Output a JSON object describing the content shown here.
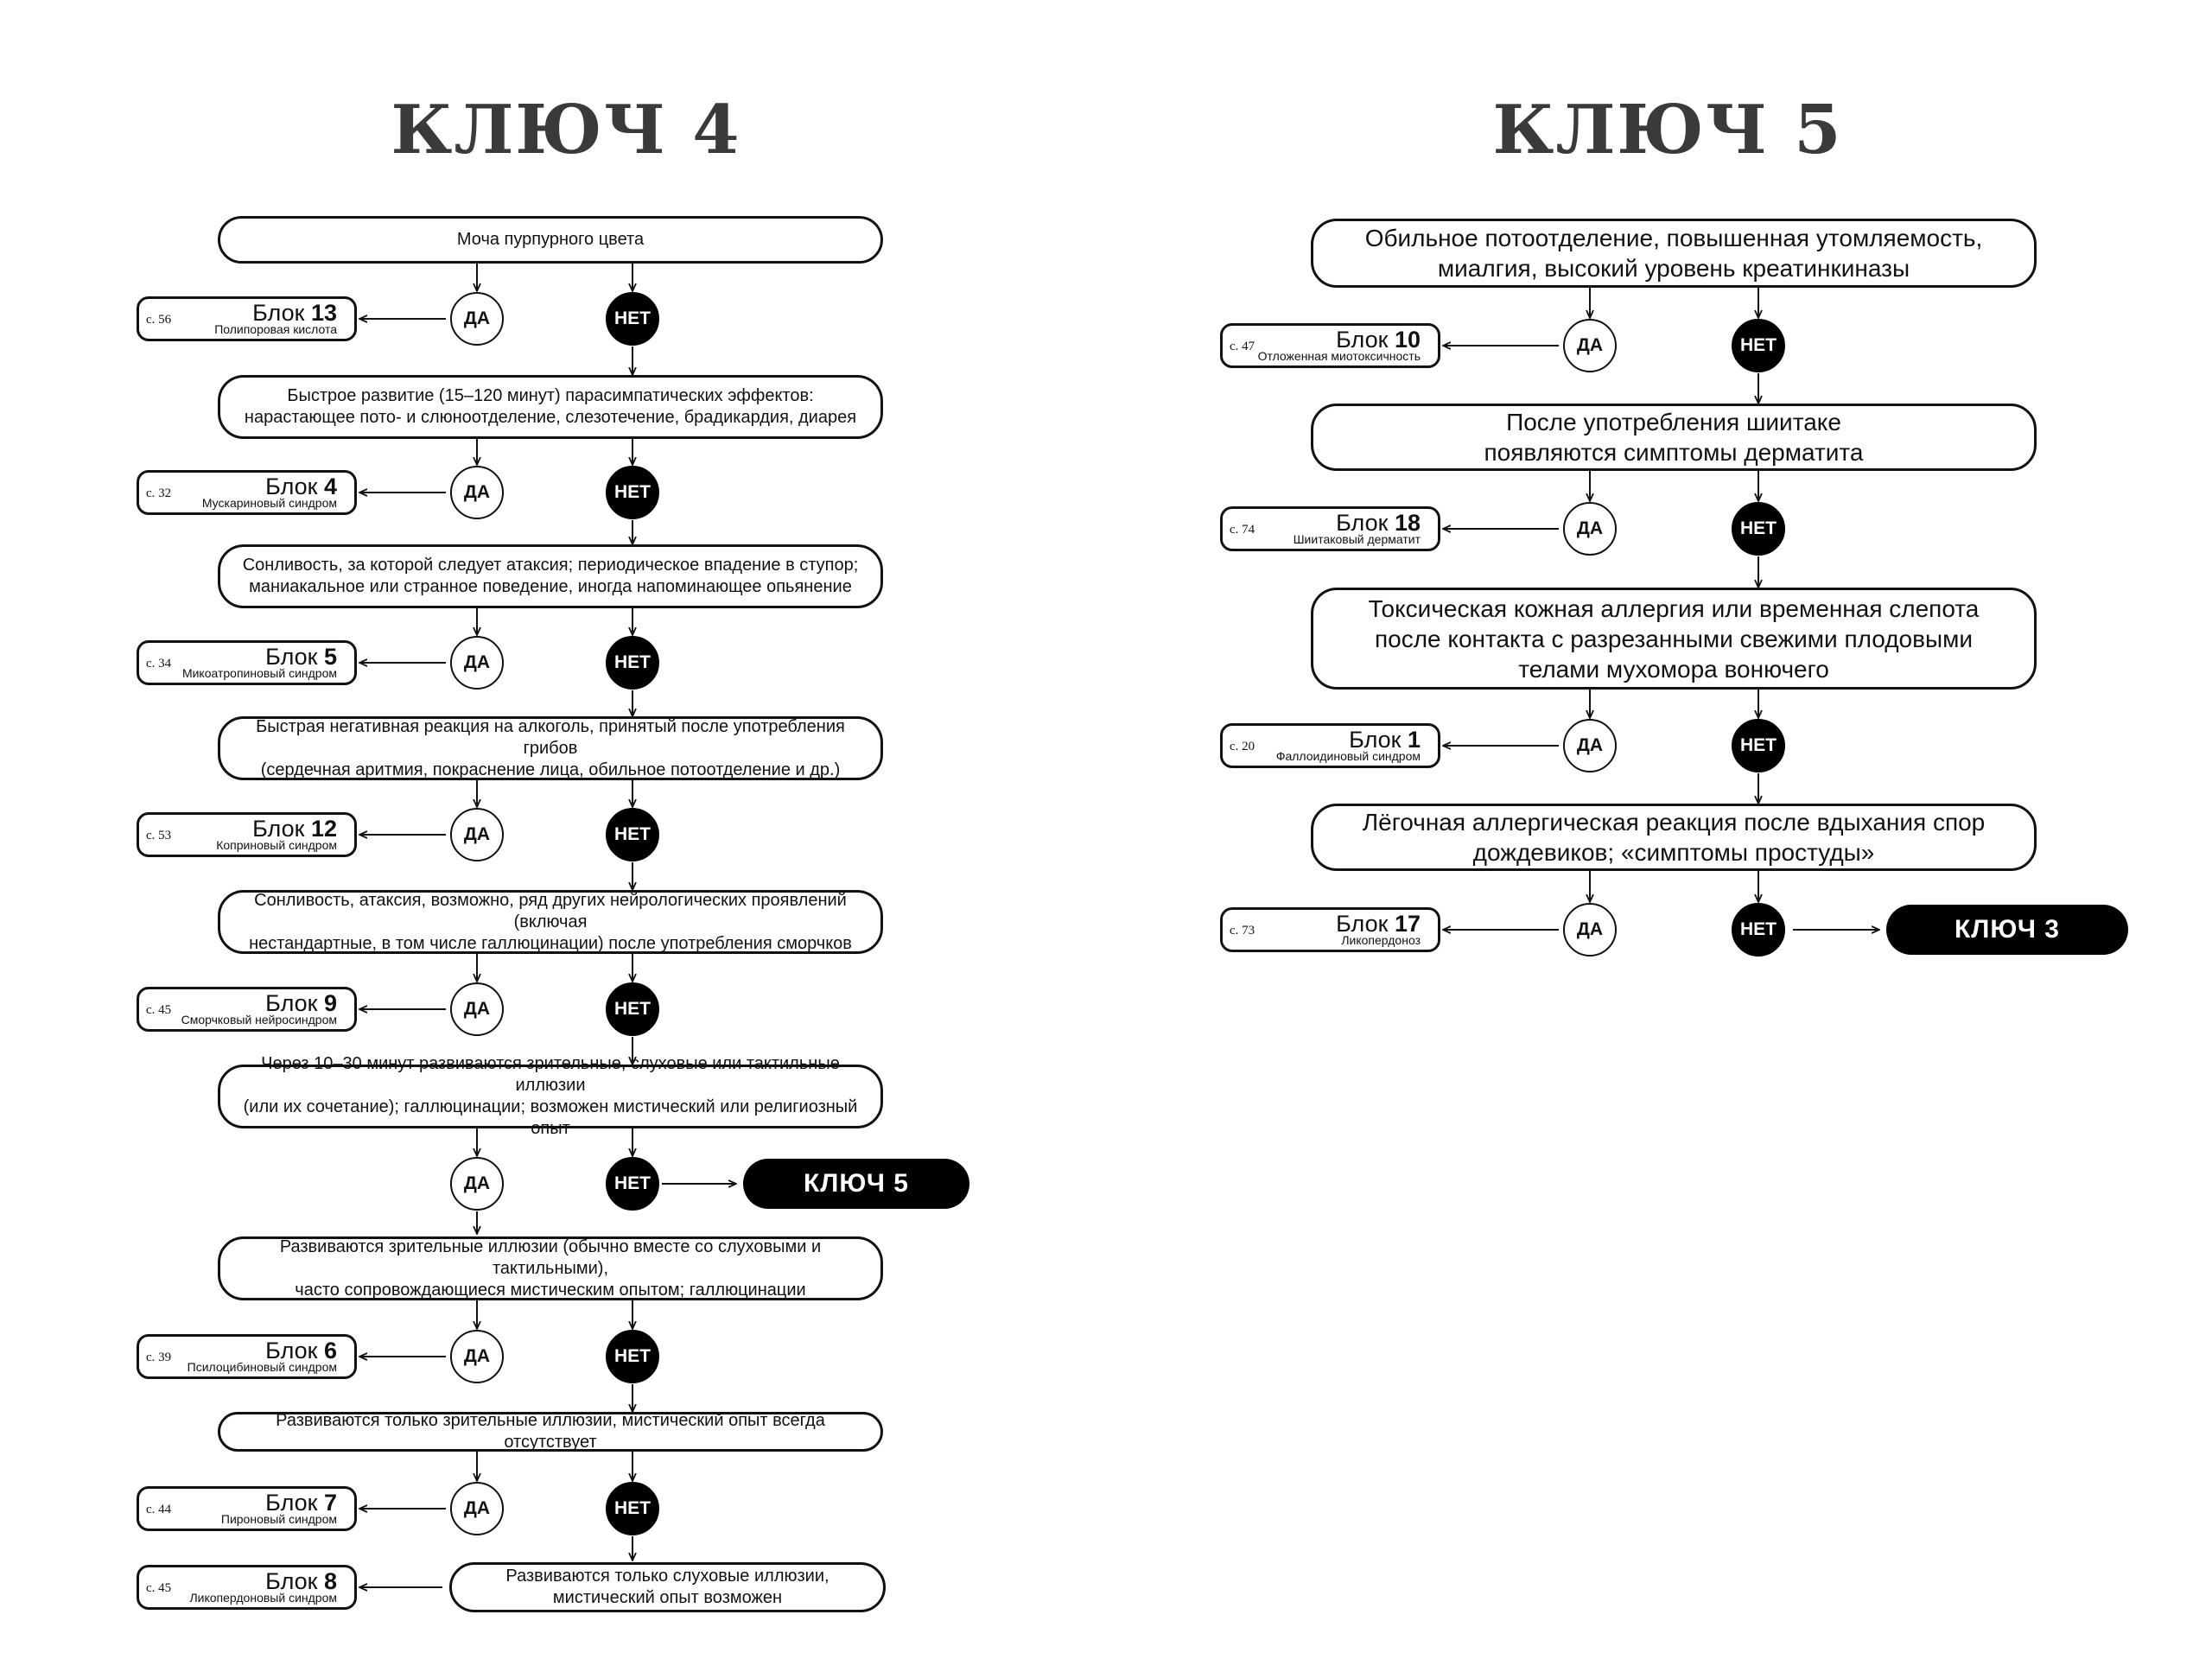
{
  "key4": {
    "title": "КЛЮЧ  4",
    "yes": "ДА",
    "no": "НЕТ",
    "questions": [
      "Моча пурпурного цвета",
      "Быстрое развитие (15–120 минут) парасимпатических эффектов:\nнарастающее пото- и слюноотделение, слезотечение, брадикардия, диарея",
      "Сонливость, за которой следует атаксия; периодическое впадение в ступор;\nманиакальное или странное поведение, иногда напоминающее опьянение",
      "Быстрая негативная реакция на алкоголь, принятый после употребления грибов\n(сердечная аритмия, покраснение лица, обильное потоотделение и др.)",
      "Сонливость, атаксия, возможно, ряд других нейрологических проявлений (включая\nнестандартные, в том числе галлюцинации) после употребления сморчков",
      "Через 10–30 минут развиваются зрительные, слуховые или тактильные иллюзии\n(или их сочетание); галлюцинации; возможен мистический или религиозный опыт",
      "Развиваются зрительные иллюзии (обычно вместе со слуховыми и тактильными),\nчасто сопровождающиеся мистическим опытом; галлюцинации",
      "Развиваются только зрительные иллюзии, мистический опыт всегда отсутствует"
    ],
    "last_question": "Развиваются только слуховые иллюзии,\nмистический опыт возможен",
    "blocks": [
      {
        "page": "с. 56",
        "label": "Блок",
        "num": "13",
        "name": "Полипоровая кислота"
      },
      {
        "page": "с. 32",
        "label": "Блок",
        "num": "4",
        "name": "Мускариновый синдром"
      },
      {
        "page": "с. 34",
        "label": "Блок",
        "num": "5",
        "name": "Микоатропиновый синдром"
      },
      {
        "page": "с. 53",
        "label": "Блок",
        "num": "12",
        "name": "Коприновый синдром"
      },
      {
        "page": "с. 45",
        "label": "Блок",
        "num": "9",
        "name": "Сморчковый нейросиндром"
      },
      {
        "page": "с. 39",
        "label": "Блок",
        "num": "6",
        "name": "Псилоцибиновый синдром"
      },
      {
        "page": "с. 44",
        "label": "Блок",
        "num": "7",
        "name": "Пироновый синдром"
      },
      {
        "page": "с. 45",
        "label": "Блок",
        "num": "8",
        "name": "Ликопердоновый синдром"
      }
    ],
    "goto_key": "КЛЮЧ  5"
  },
  "key5": {
    "title": "КЛЮЧ  5",
    "yes": "ДА",
    "no": "НЕТ",
    "questions": [
      "Обильное потоотделение, повышенная утомляемость,\nмиалгия, высокий уровень креатинкиназы",
      "После употребления шиитаке\nпоявляются симптомы дерматита",
      "Токсическая кожная аллергия или временная слепота\nпосле контакта с разрезанными свежими плодовыми\nтелами мухомора вонючего",
      "Лёгочная аллергическая реакция после вдыхания спор\nдождевиков; «симптомы простуды»"
    ],
    "blocks": [
      {
        "page": "с. 47",
        "label": "Блок",
        "num": "10",
        "name": "Отложенная миотоксичность"
      },
      {
        "page": "с. 74",
        "label": "Блок",
        "num": "18",
        "name": "Шиитаковый дерматит"
      },
      {
        "page": "с. 20",
        "label": "Блок",
        "num": "1",
        "name": "Фаллоидиновый синдром"
      },
      {
        "page": "с. 73",
        "label": "Блок",
        "num": "17",
        "name": "Ликопердоноз"
      }
    ],
    "goto_key": "КЛЮЧ  3"
  }
}
